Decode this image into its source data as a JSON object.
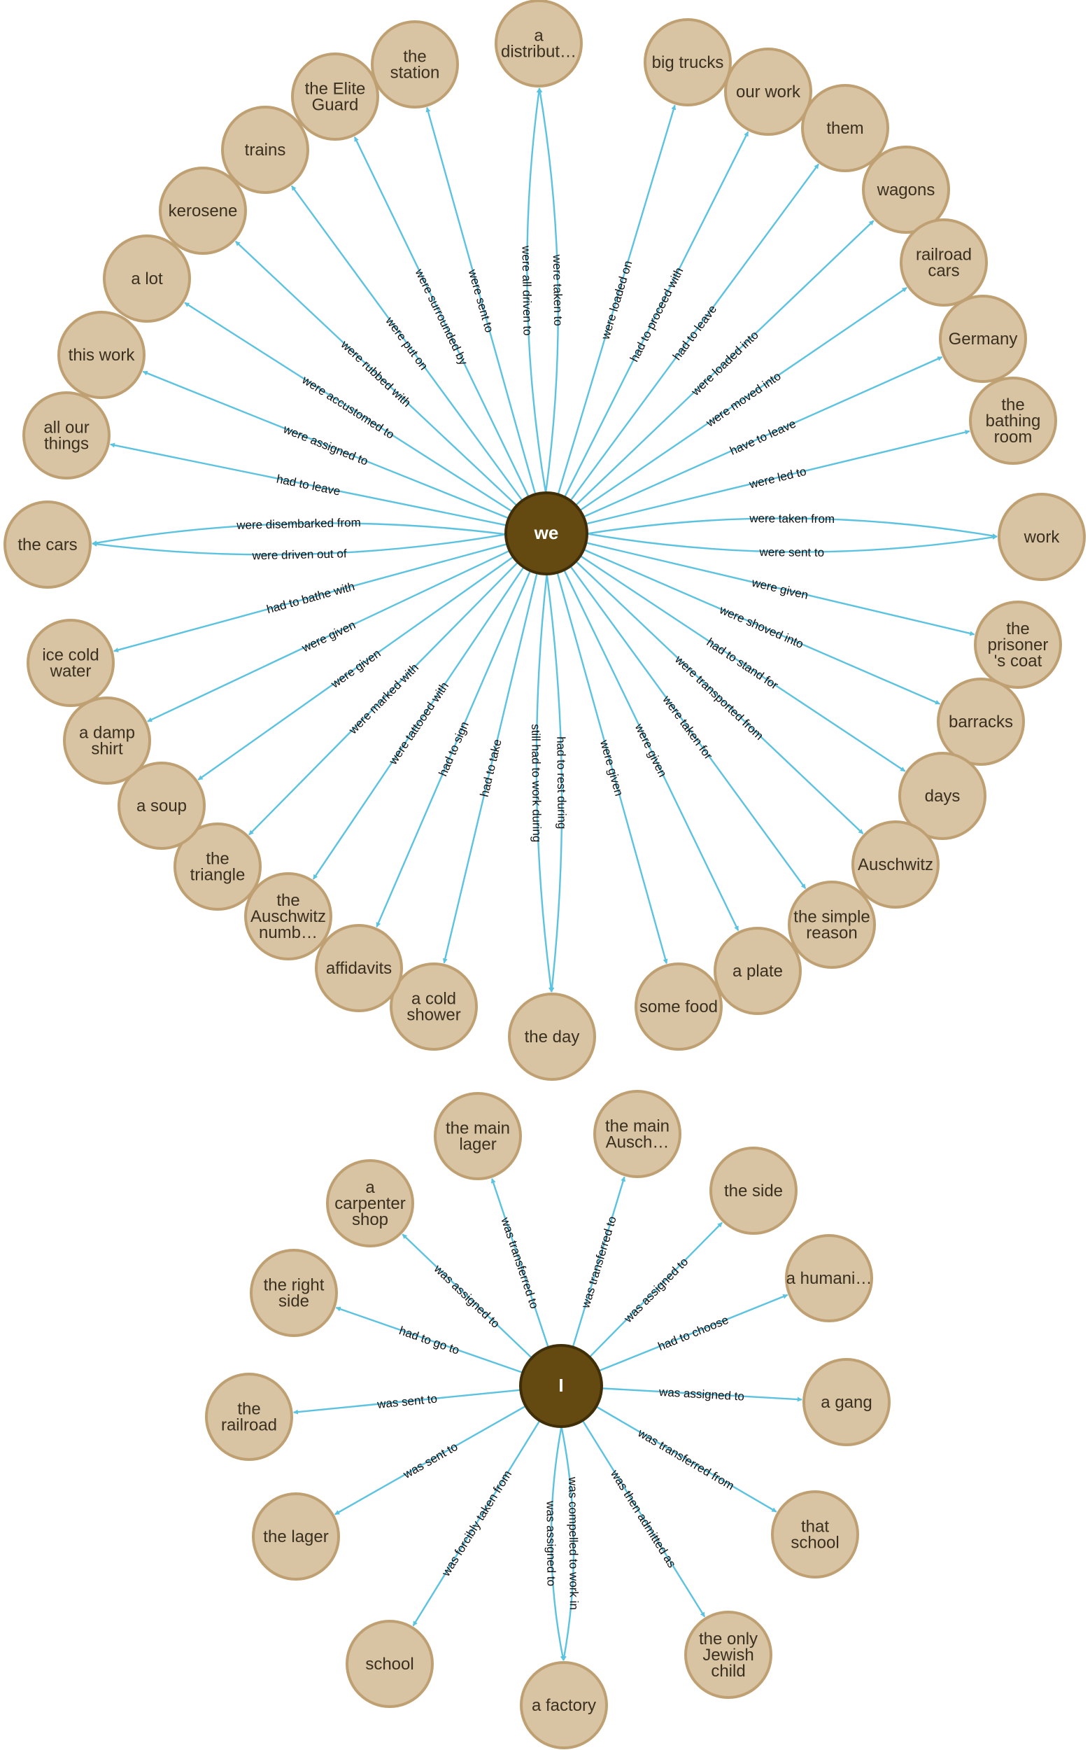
{
  "colors": {
    "leaf_fill": "#d8c3a3",
    "leaf_stroke": "#bfa072",
    "hub_fill": "#644a10",
    "hub_stroke": "#3f2e08",
    "edge": "#5bc3e0"
  },
  "graphs": [
    {
      "hub": "we",
      "edges": [
        {
          "label": "were sent to",
          "target": "the station"
        },
        {
          "label": "were all driven to",
          "target": "a distribut…"
        },
        {
          "label": "were taken to",
          "target": "a distribut…"
        },
        {
          "label": "were loaded on",
          "target": "big trucks"
        },
        {
          "label": "had to proceed with",
          "target": "our work"
        },
        {
          "label": "had to leave",
          "target": "them"
        },
        {
          "label": "were loaded into",
          "target": "wagons"
        },
        {
          "label": "were moved into",
          "target": "railroad cars"
        },
        {
          "label": "have to leave",
          "target": "Germany"
        },
        {
          "label": "were led to",
          "target": "the bathing room"
        },
        {
          "label": "were taken from",
          "target": "work"
        },
        {
          "label": "were sent to",
          "target": "work"
        },
        {
          "label": "were given",
          "target": "the prisoner 's coat"
        },
        {
          "label": "were shoved into",
          "target": "barracks"
        },
        {
          "label": "had to stand for",
          "target": "days"
        },
        {
          "label": "were transported from",
          "target": "Auschwitz"
        },
        {
          "label": "were taken for",
          "target": "the simple reason"
        },
        {
          "label": "were given",
          "target": "a plate"
        },
        {
          "label": "were given",
          "target": "some food"
        },
        {
          "label": "still had to work during",
          "target": "the day"
        },
        {
          "label": "had to rest during",
          "target": "the day"
        },
        {
          "label": "had to take",
          "target": "a cold shower"
        },
        {
          "label": "had to sign",
          "target": "affidavits"
        },
        {
          "label": "were tattooed with",
          "target": "the Auschwitz numb…"
        },
        {
          "label": "were marked with",
          "target": "the triangle"
        },
        {
          "label": "were given",
          "target": "a soup"
        },
        {
          "label": "were given",
          "target": "a damp shirt"
        },
        {
          "label": "had to bathe with",
          "target": "ice cold water"
        },
        {
          "label": "were disembarked from",
          "target": "the cars"
        },
        {
          "label": "were driven out of",
          "target": "the cars"
        },
        {
          "label": "had to leave",
          "target": "all our things"
        },
        {
          "label": "were assigned to",
          "target": "this work"
        },
        {
          "label": "were accustomed to",
          "target": "a lot"
        },
        {
          "label": "were rubbed with",
          "target": "kerosene"
        },
        {
          "label": "were put on",
          "target": "trains"
        },
        {
          "label": "were surrounded by",
          "target": "the Elite Guard"
        }
      ]
    },
    {
      "hub": "I",
      "edges": [
        {
          "label": "was transferred to",
          "target": "the main lager"
        },
        {
          "label": "was transferred to",
          "target": "the main Ausch…"
        },
        {
          "label": "was assigned to",
          "target": "the side"
        },
        {
          "label": "had to choose",
          "target": "a humani…"
        },
        {
          "label": "was assigned to",
          "target": "a gang"
        },
        {
          "label": "was transferred from",
          "target": "that school"
        },
        {
          "label": "was then admitted as",
          "target": "the only Jewish child"
        },
        {
          "label": "was assigned to",
          "target": "a factory"
        },
        {
          "label": "was compelled to work in",
          "target": "a factory"
        },
        {
          "label": "was forcibly taken from",
          "target": "school"
        },
        {
          "label": "was sent to",
          "target": "the lager"
        },
        {
          "label": "was sent to",
          "target": "the railroad"
        },
        {
          "label": "had to go to",
          "target": "the right side"
        },
        {
          "label": "was assigned to",
          "target": "a carpenter shop"
        }
      ]
    }
  ]
}
